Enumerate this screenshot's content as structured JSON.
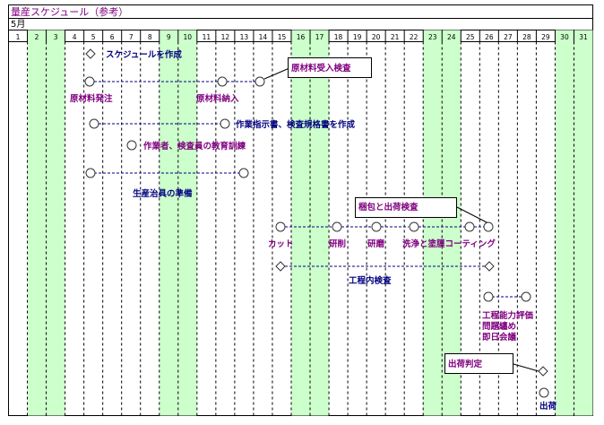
{
  "title": "量産スケジュール（参考）",
  "month": "5月",
  "days": [
    "1",
    "2",
    "3",
    "4",
    "5",
    "6",
    "7",
    "8",
    "9",
    "10",
    "11",
    "12",
    "13",
    "14",
    "15",
    "16",
    "17",
    "18",
    "19",
    "20",
    "21",
    "22",
    "23",
    "24",
    "25",
    "26",
    "27",
    "28",
    "29",
    "30",
    "31"
  ],
  "weekend_days": [
    2,
    3,
    9,
    10,
    16,
    17,
    23,
    24,
    30,
    31
  ],
  "colors": {
    "title": "#800080",
    "label_purple": "#800080",
    "label_navy": "#000080",
    "weekend": "#ccffcc",
    "dashed_line": "#000080",
    "milestone_stroke": "#333333"
  },
  "tasks": [
    {
      "id": "plan",
      "text": "スケジュールを作成",
      "color": "navy"
    },
    {
      "id": "order",
      "text": "原材料発注",
      "color": "purple"
    },
    {
      "id": "delivery",
      "text": "原材料納入",
      "color": "purple"
    },
    {
      "id": "incoming",
      "text": "原材料受入検査",
      "color": "purple",
      "boxed": true
    },
    {
      "id": "docs",
      "text": "作業指示書、検査規格書を作成",
      "color": "navy"
    },
    {
      "id": "training",
      "text": "作業者、検査員の教育訓練",
      "color": "purple"
    },
    {
      "id": "fixtures",
      "text": "生産治具の準備",
      "color": "navy"
    },
    {
      "id": "packing",
      "text": "梱包と出荷検査",
      "color": "purple",
      "boxed": true
    },
    {
      "id": "cut",
      "text": "カット",
      "color": "purple"
    },
    {
      "id": "grind",
      "text": "研削",
      "color": "purple"
    },
    {
      "id": "polish",
      "text": "研磨",
      "color": "purple"
    },
    {
      "id": "wash",
      "text": "洗浄と塗膜コーティング",
      "color": "purple"
    },
    {
      "id": "inprocess",
      "text": "工程内検査",
      "color": "navy"
    },
    {
      "id": "capability1",
      "text": "工程能力評価",
      "color": "purple"
    },
    {
      "id": "capability2",
      "text": "問題纏め",
      "color": "purple"
    },
    {
      "id": "capability3",
      "text": "即日会議",
      "color": "purple"
    },
    {
      "id": "judgement",
      "text": "出荷判定",
      "color": "purple",
      "boxed": true
    },
    {
      "id": "ship",
      "text": "出荷",
      "color": "navy"
    }
  ]
}
